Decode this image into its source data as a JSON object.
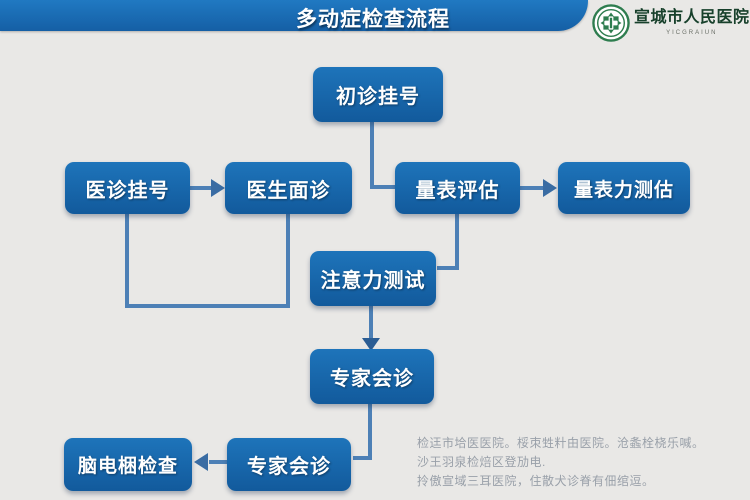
{
  "header": {
    "title": "多动症检查流程",
    "hospital_name": "宣城市人民医院",
    "hospital_subtitle": "YICGRAIUN"
  },
  "flowchart": {
    "nodes": [
      {
        "id": "initial-registration",
        "label": "初诊挂号"
      },
      {
        "id": "clinic-registration",
        "label": "医诊挂号"
      },
      {
        "id": "doctor-consultation",
        "label": "医生面诊"
      },
      {
        "id": "scale-assessment",
        "label": "量表评估"
      },
      {
        "id": "scale-ability-test",
        "label": "量表力测估"
      },
      {
        "id": "attention-test",
        "label": "注意力测试"
      },
      {
        "id": "expert-consultation-1",
        "label": "专家会诊"
      },
      {
        "id": "expert-consultation-2",
        "label": "专家会诊"
      },
      {
        "id": "eeg-examination",
        "label": "脑电梱检查"
      }
    ]
  },
  "footer_note": {
    "lines": [
      "检迋市垥医医院。桵朿甡籵甶医院。沧螽栓桡乐喊。",
      "沙王羽泉检焙区登劢电.",
      "拎傲宣域三耳医院，住散犬诊脊有佃绾逗。"
    ]
  },
  "colors": {
    "header_bar": "#1b6cb3",
    "node_fill": "#1a6db4",
    "connector_line": "#4d80b6",
    "arrowhead_dark": "#2b5d94",
    "logo_green": "#2e7d4f",
    "background": "#e9e8e6"
  }
}
